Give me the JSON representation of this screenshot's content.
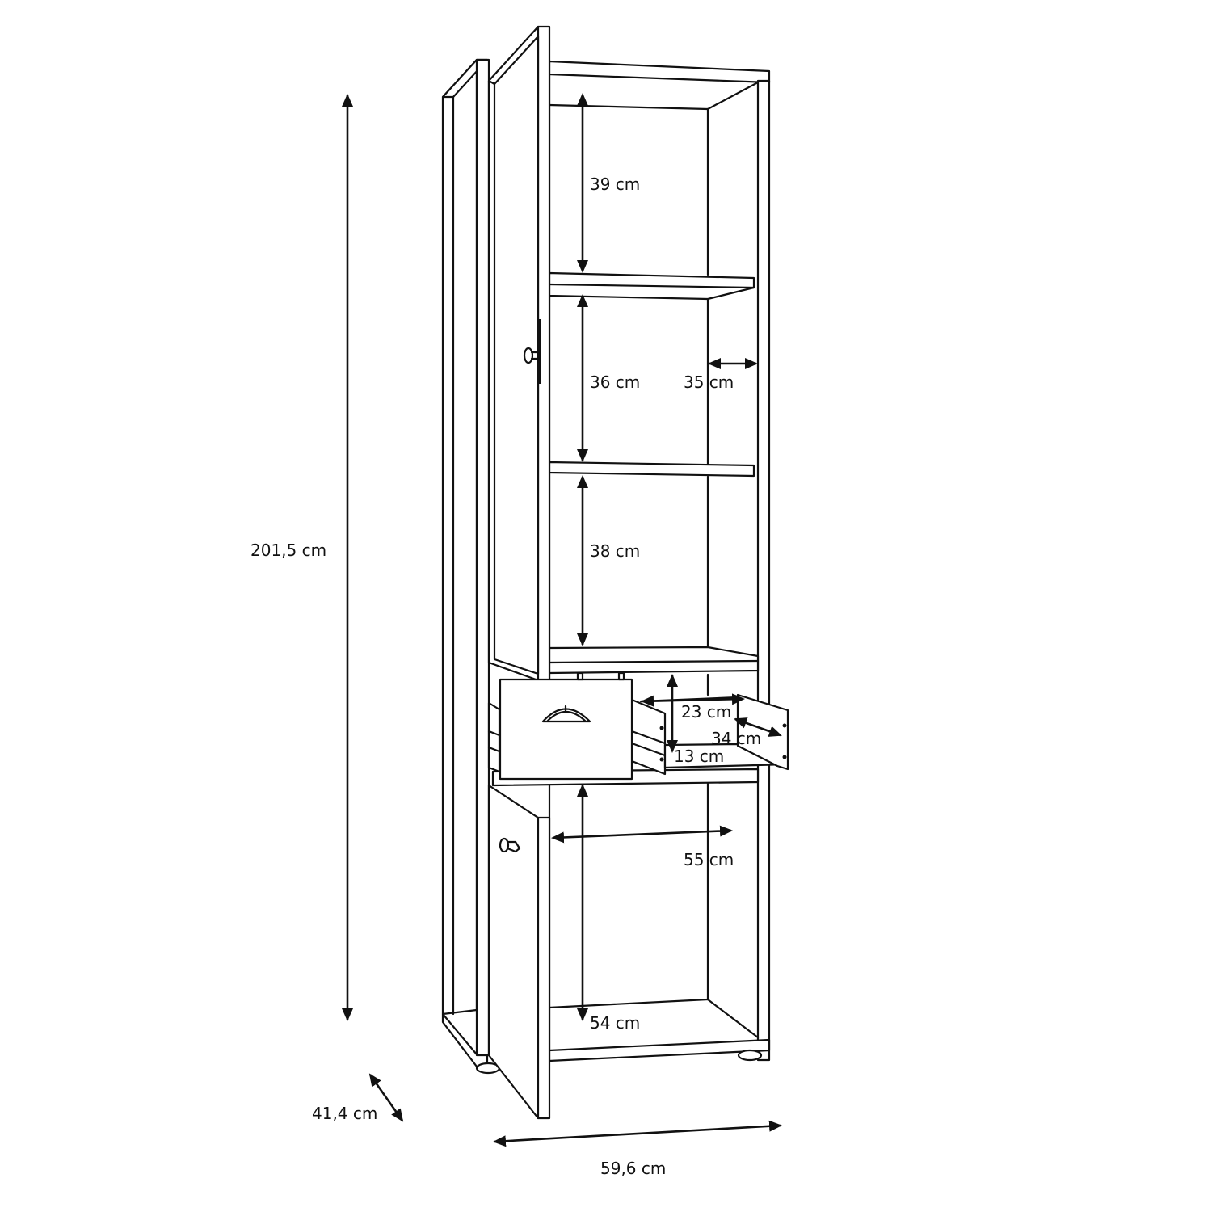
{
  "diagram": {
    "subject": "Tall cabinet with two doors, two shelves and one drawer — dimension drawing",
    "colors": {
      "line": "#111111",
      "background": "#ffffff"
    },
    "overall_dimensions": {
      "height": "201,5 cm",
      "width": "59,6 cm",
      "depth": "41,4 cm"
    },
    "interior_dimensions": {
      "top_compartment_height": "39 cm",
      "middle_compartment_height": "36 cm",
      "lower_compartment_height": "38 cm",
      "shelf_depth": "35 cm",
      "drawer_height": "13 cm",
      "drawer_width": "23 cm",
      "drawer_depth": "34 cm",
      "bottom_compartment_width": "55 cm",
      "bottom_compartment_height": "54 cm"
    },
    "parts": {
      "upper_door": "upper-door",
      "lower_door": "lower-door",
      "drawer_front_handle": "cup-handle",
      "door_knob": "knob"
    }
  }
}
